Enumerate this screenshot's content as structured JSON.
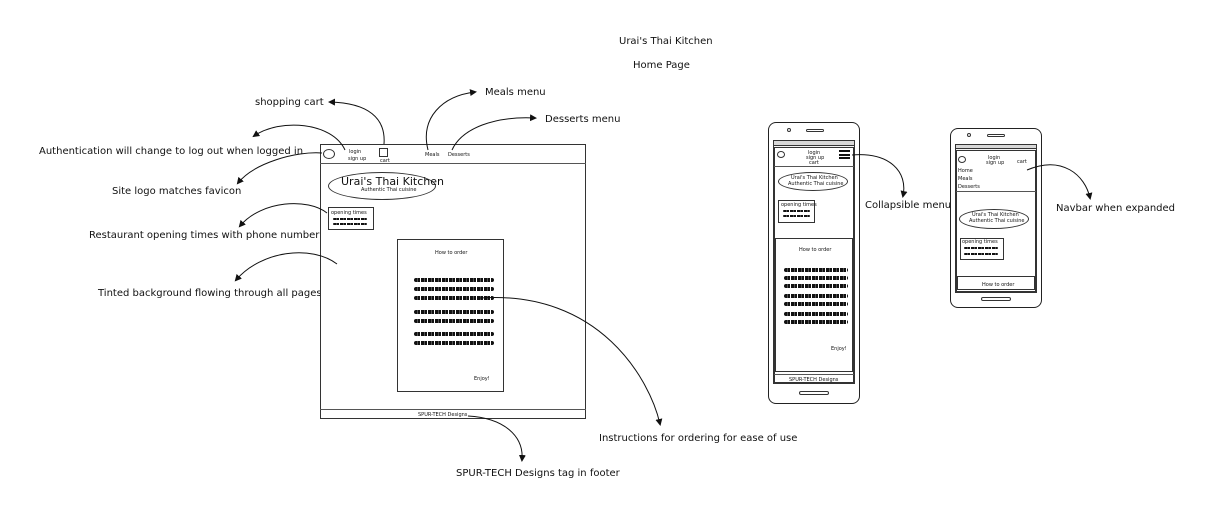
{
  "header": {
    "title": "Urai's Thai Kitchen",
    "subtitle": "Home Page"
  },
  "annotations": {
    "shopping_cart": "shopping cart",
    "meals_menu": "Meals menu",
    "desserts_menu": "Desserts menu",
    "auth": "Authentication will change to log out when logged in",
    "logo": "Site logo matches favicon",
    "opening": "Restaurant opening times with phone number",
    "tinted": "Tinted background flowing through all pages",
    "instructions": "Instructions for ordering for ease of use",
    "footer_tag": "SPUR-TECH Designs tag in footer",
    "collapsible": "Collapsible menu",
    "navbar_expanded": "Navbar when expanded"
  },
  "desktop": {
    "login": "login",
    "signup": "sign up",
    "cart": "cart",
    "meals": "Meals",
    "desserts": "Desserts",
    "brand": "Urai's Thai Kitchen",
    "tagline": "Authentic Thai cuisine",
    "opening_times": "opening times",
    "how_to_order": "How to order",
    "enjoy": "Enjoy!",
    "footer": "SPUR-TECH Designs"
  },
  "phone1": {
    "login": "login",
    "signup": "sign up",
    "cart": "cart",
    "brand": "Urai's Thai Kitchen",
    "tagline": "Authentic Thai cuisine",
    "opening_times": "opening times",
    "how_to_order": "How to order",
    "enjoy": "Enjoy!",
    "footer": "SPUR-TECH Designs"
  },
  "phone2": {
    "login": "login",
    "signup": "sign up",
    "cart": "cart",
    "menu_items": [
      "Home",
      "Meals",
      "Desserts"
    ],
    "brand": "Urai's Thai Kitchen",
    "tagline": "Authentic Thai cuisine",
    "opening_times": "opening times",
    "how_to_order": "How to order"
  }
}
